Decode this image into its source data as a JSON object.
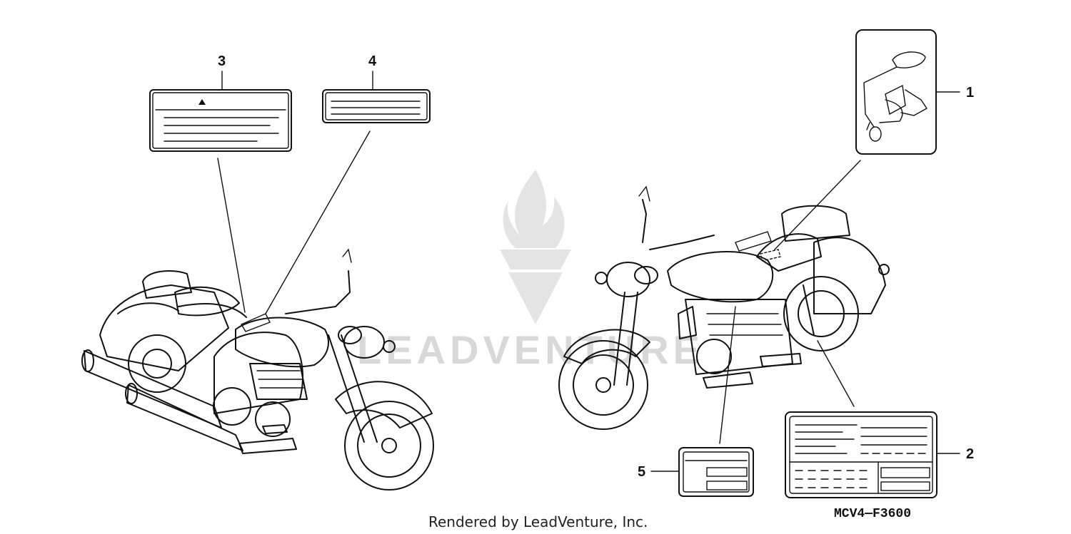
{
  "callouts": [
    "1",
    "2",
    "3",
    "4",
    "5"
  ],
  "diagram_code": "MCV4—F3600",
  "credit": "Rendered by LeadVenture, Inc.",
  "watermark": {
    "text": "LEADVENTURE",
    "logo_icon": "leadventure-flame-v-logo"
  }
}
